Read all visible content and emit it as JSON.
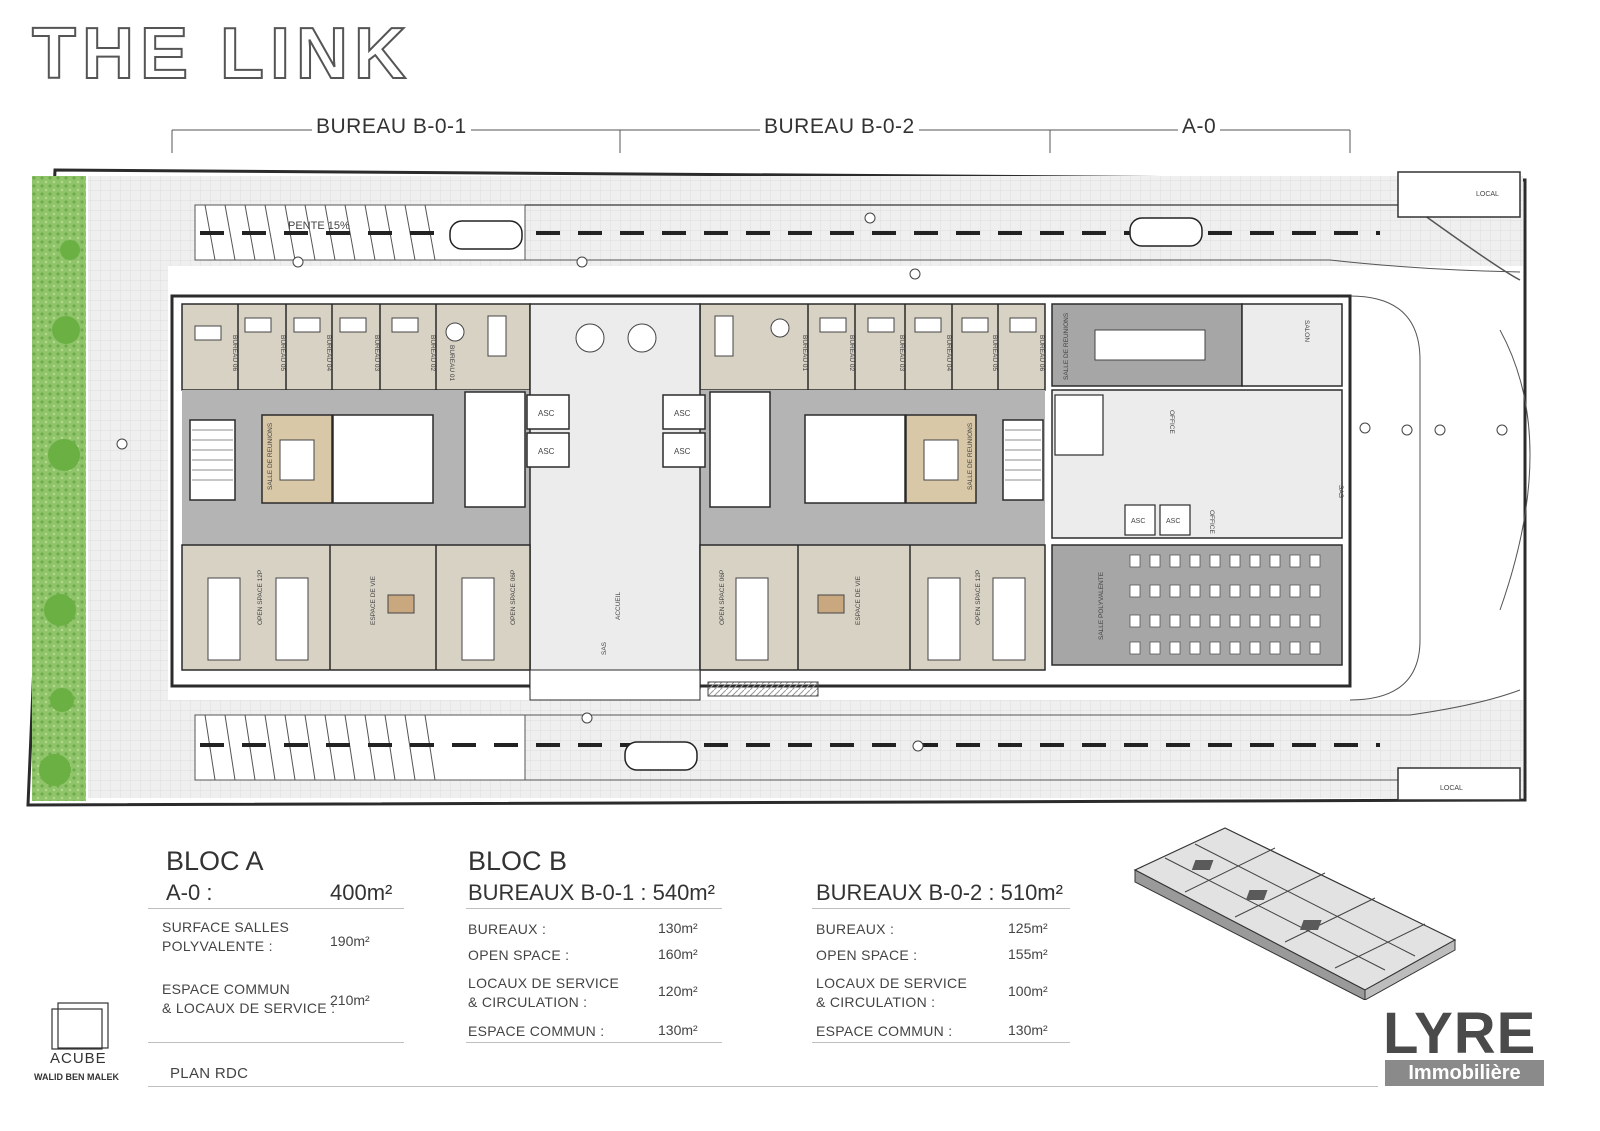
{
  "title": "THE LINK",
  "sections": {
    "b01": "BUREAU B-0-1",
    "b02": "BUREAU B-0-2",
    "a0": "A-0"
  },
  "plan": {
    "pente": "PENTE 15%",
    "rooms_a": [
      "BUREAU 06",
      "BUREAU 05",
      "BUREAU 04",
      "BUREAU 03",
      "BUREAU 02",
      "BUREAU 01"
    ],
    "rooms_b": [
      "BUREAU 01",
      "BUREAU 02",
      "BUREAU 03",
      "BUREAU 04",
      "BUREAU 05",
      "BUREAU 06"
    ],
    "salle_reunion": "SALLE DE REUNIONS",
    "open_space_12": "OPEN SPACE 12P",
    "open_space_06": "OPEN SPACE 06P",
    "espace_vie": "ESPACE DE VIE",
    "accueil": "ACCUEIL",
    "asc": "ASC",
    "sas": "SAS",
    "salle_poly": "SALLE POLYVALENTE",
    "salon": "SALON",
    "office": "OFFICE",
    "local": "LOCAL"
  },
  "bloc_a": {
    "heading": "BLOC A",
    "sub_label": "A-0 :",
    "sub_value": "400m²",
    "rows": [
      {
        "label": "SURFACE SALLES\nPOLYVALENTE :",
        "value": "190m²"
      },
      {
        "label": "ESPACE COMMUN\n& LOCAUX DE SERVICE :",
        "value": "210m²"
      }
    ]
  },
  "bloc_b": {
    "heading": "BLOC B",
    "b01": {
      "sub": "BUREAUX B-0-1 : 540m²",
      "rows": [
        {
          "label": "BUREAUX :",
          "value": "130m²"
        },
        {
          "label": "OPEN SPACE :",
          "value": "160m²"
        },
        {
          "label": "LOCAUX DE SERVICE\n& CIRCULATION :",
          "value": "120m²"
        },
        {
          "label": "ESPACE COMMUN :",
          "value": "130m²"
        }
      ]
    },
    "b02": {
      "sub": "BUREAUX B-0-2 : 510m²",
      "rows": [
        {
          "label": "BUREAUX :",
          "value": "125m²"
        },
        {
          "label": "OPEN SPACE :",
          "value": "155m²"
        },
        {
          "label": "LOCAUX DE SERVICE\n& CIRCULATION :",
          "value": "100m²"
        },
        {
          "label": "ESPACE COMMUN :",
          "value": "130m²"
        }
      ]
    }
  },
  "plan_label": "PLAN RDC",
  "acube": {
    "brand": "ACUBE",
    "author": "WALID BEN MALEK"
  },
  "lyre": {
    "brand": "LYRE",
    "sub": "Immobilière"
  },
  "colors": {
    "office_fill": "#d8d2c4",
    "corridor": "#b4b4b4",
    "lobby": "#ececec",
    "wall": "#2b2b2b",
    "grass": "#8fc46a",
    "poly_hall": "#a6a6a6",
    "road": "#f2f2f2"
  }
}
